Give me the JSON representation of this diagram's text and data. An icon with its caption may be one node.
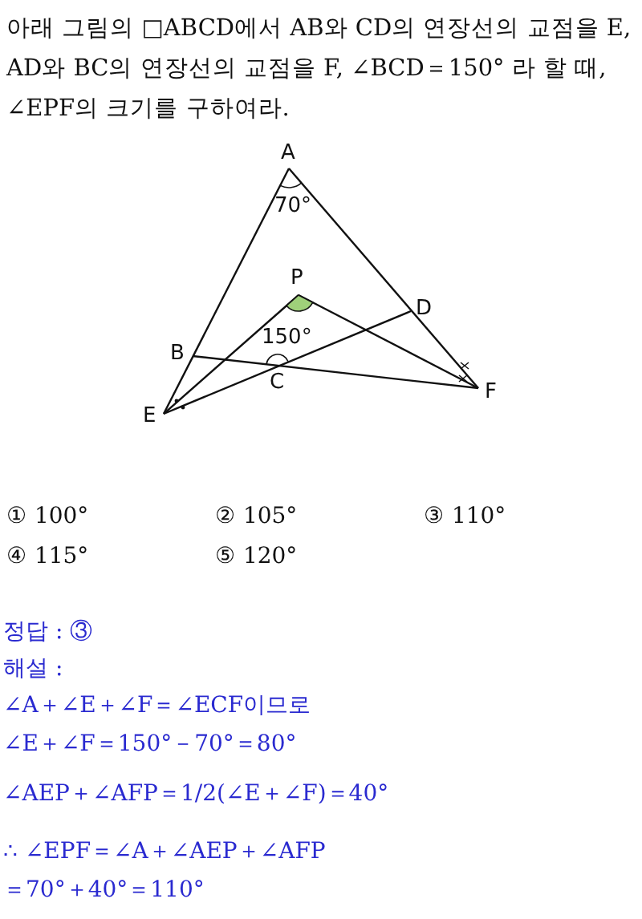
{
  "diagram": {
    "labels": [
      "아래 그림의 □ABCD에서 AB와 CD의 연장선의 교점을 E, AD와 BC의 연장선의 교점을 F, ∠BCD＝150° 라 할 때, ∠EPF의 크기를 구하여라.",
      "A",
      "70°",
      "P",
      "D",
      "150°",
      "B",
      "C",
      "F",
      "E",
      "① 100°",
      "② 105°",
      "③ 110°",
      "④ 115°",
      "⑤ 120°",
      "정답 : ③",
      "해설 :",
      "∠A＋∠E＋∠F＝∠ECF이므로",
      "∠E＋∠F＝150°－70°＝80°",
      "∠AEP＋∠AFP＝1/2(∠E＋∠F)＝40°",
      "∴ ∠EPF＝∠A＋∠AEP＋∠AFP",
      "＝70°＋40°＝110°"
    ]
  }
}
